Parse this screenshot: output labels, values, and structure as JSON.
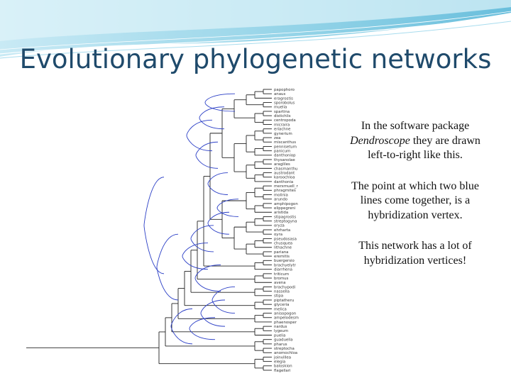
{
  "slide": {
    "title": "Evolutionary phylogenetic networks",
    "paragraph1": {
      "part1": "In the software package ",
      "software": "Dendroscope",
      "part2": " they are drawn left-to-right like this."
    },
    "paragraph2": "The point at which two blue lines come together, is a hybridization vertex.",
    "paragraph3": "This network has a lot of hybridization vertices!"
  },
  "network": {
    "tree_color": "#222222",
    "reticulation_color": "#2b3fc6",
    "taxa": [
      "papophoro",
      "anaus",
      "eragrostis",
      "sporobolus",
      "muelia",
      "spartina",
      "distichlis",
      "centropoda",
      "micraira",
      "eriachne",
      "gynerium",
      "zea",
      "miscanthus",
      "pennisetum",
      "panicum",
      "danthoniop",
      "thysanolae",
      "aragliles",
      "chasmanthu",
      "austrodant",
      "karoochloa",
      "danthonia",
      "merxmuell_r",
      "phragmites",
      "molinia",
      "arundo",
      "amphipogon",
      "elippegreni",
      "aristida",
      "stipagrostis",
      "streptogyna",
      "oryza",
      "ehrharta",
      "oyra",
      "pseudosasa",
      "chusquea",
      "lithachne",
      "pariana",
      "eremitis",
      "buergersio",
      "brachyelytr",
      "diarrhena",
      "triticum",
      "bromus",
      "avena",
      "brachypodi",
      "nassella",
      "stipa",
      "piptatheru",
      "glyceria",
      "melica",
      "anisopogon",
      "ampelodesm",
      "phaenosper",
      "nardus",
      "lygeum",
      "puelia",
      "guaduella",
      "pharus",
      "streptocha",
      "anomochloa",
      "joinvillea",
      "elegia",
      "baloskion",
      "flagellari"
    ]
  }
}
